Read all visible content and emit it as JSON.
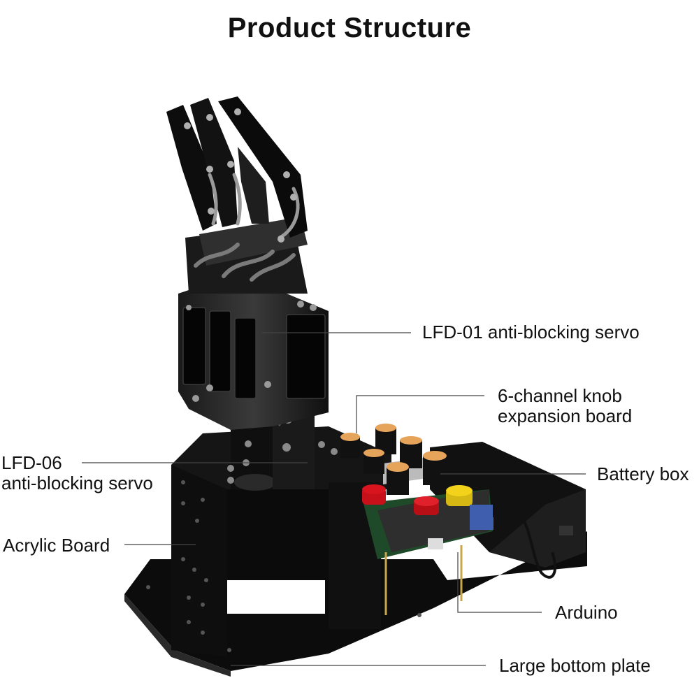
{
  "title": "Product Structure",
  "labels": {
    "lfd01": "LFD-01 anti-blocking servo",
    "knob_line1": "6-channel  knob",
    "knob_line2": "expansion board",
    "lfd06_line1": "LFD-06",
    "lfd06_line2": "anti-blocking servo",
    "battery": "Battery box",
    "acrylic": "Acrylic Board",
    "arduino": "Arduino",
    "bottom_plate": "Large bottom plate"
  },
  "colors": {
    "knob_cap": "#e6a35a",
    "button_red": "#d8141e",
    "button_yellow": "#f2d21a",
    "switch_blue": "#3f5fae",
    "pcb_green": "#2f6a3a"
  }
}
